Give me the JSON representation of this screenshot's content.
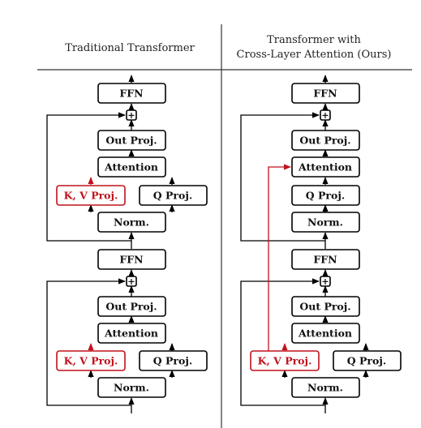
{
  "colors": {
    "stroke": "#000000",
    "highlight": "#c0121c",
    "text": "#111111"
  },
  "left": {
    "title": "Traditional Transformer",
    "upper": {
      "ffn": "FFN",
      "add": "+",
      "out_proj": "Out Proj.",
      "attention": "Attention",
      "kv_proj": "K, V Proj.",
      "q_proj": "Q Proj.",
      "norm": "Norm."
    },
    "lower": {
      "ffn": "FFN",
      "add": "+",
      "out_proj": "Out Proj.",
      "attention": "Attention",
      "kv_proj": "K, V Proj.",
      "q_proj": "Q Proj.",
      "norm": "Norm."
    }
  },
  "right": {
    "title_line1": "Transformer with",
    "title_line2": "Cross-Layer Attention (Ours)",
    "upper": {
      "ffn": "FFN",
      "add": "+",
      "out_proj": "Out Proj.",
      "attention": "Attention",
      "q_proj": "Q Proj.",
      "norm": "Norm."
    },
    "lower": {
      "ffn": "FFN",
      "add": "+",
      "out_proj": "Out Proj.",
      "attention": "Attention",
      "kv_proj": "K, V Proj.",
      "q_proj": "Q Proj.",
      "norm": "Norm."
    }
  }
}
